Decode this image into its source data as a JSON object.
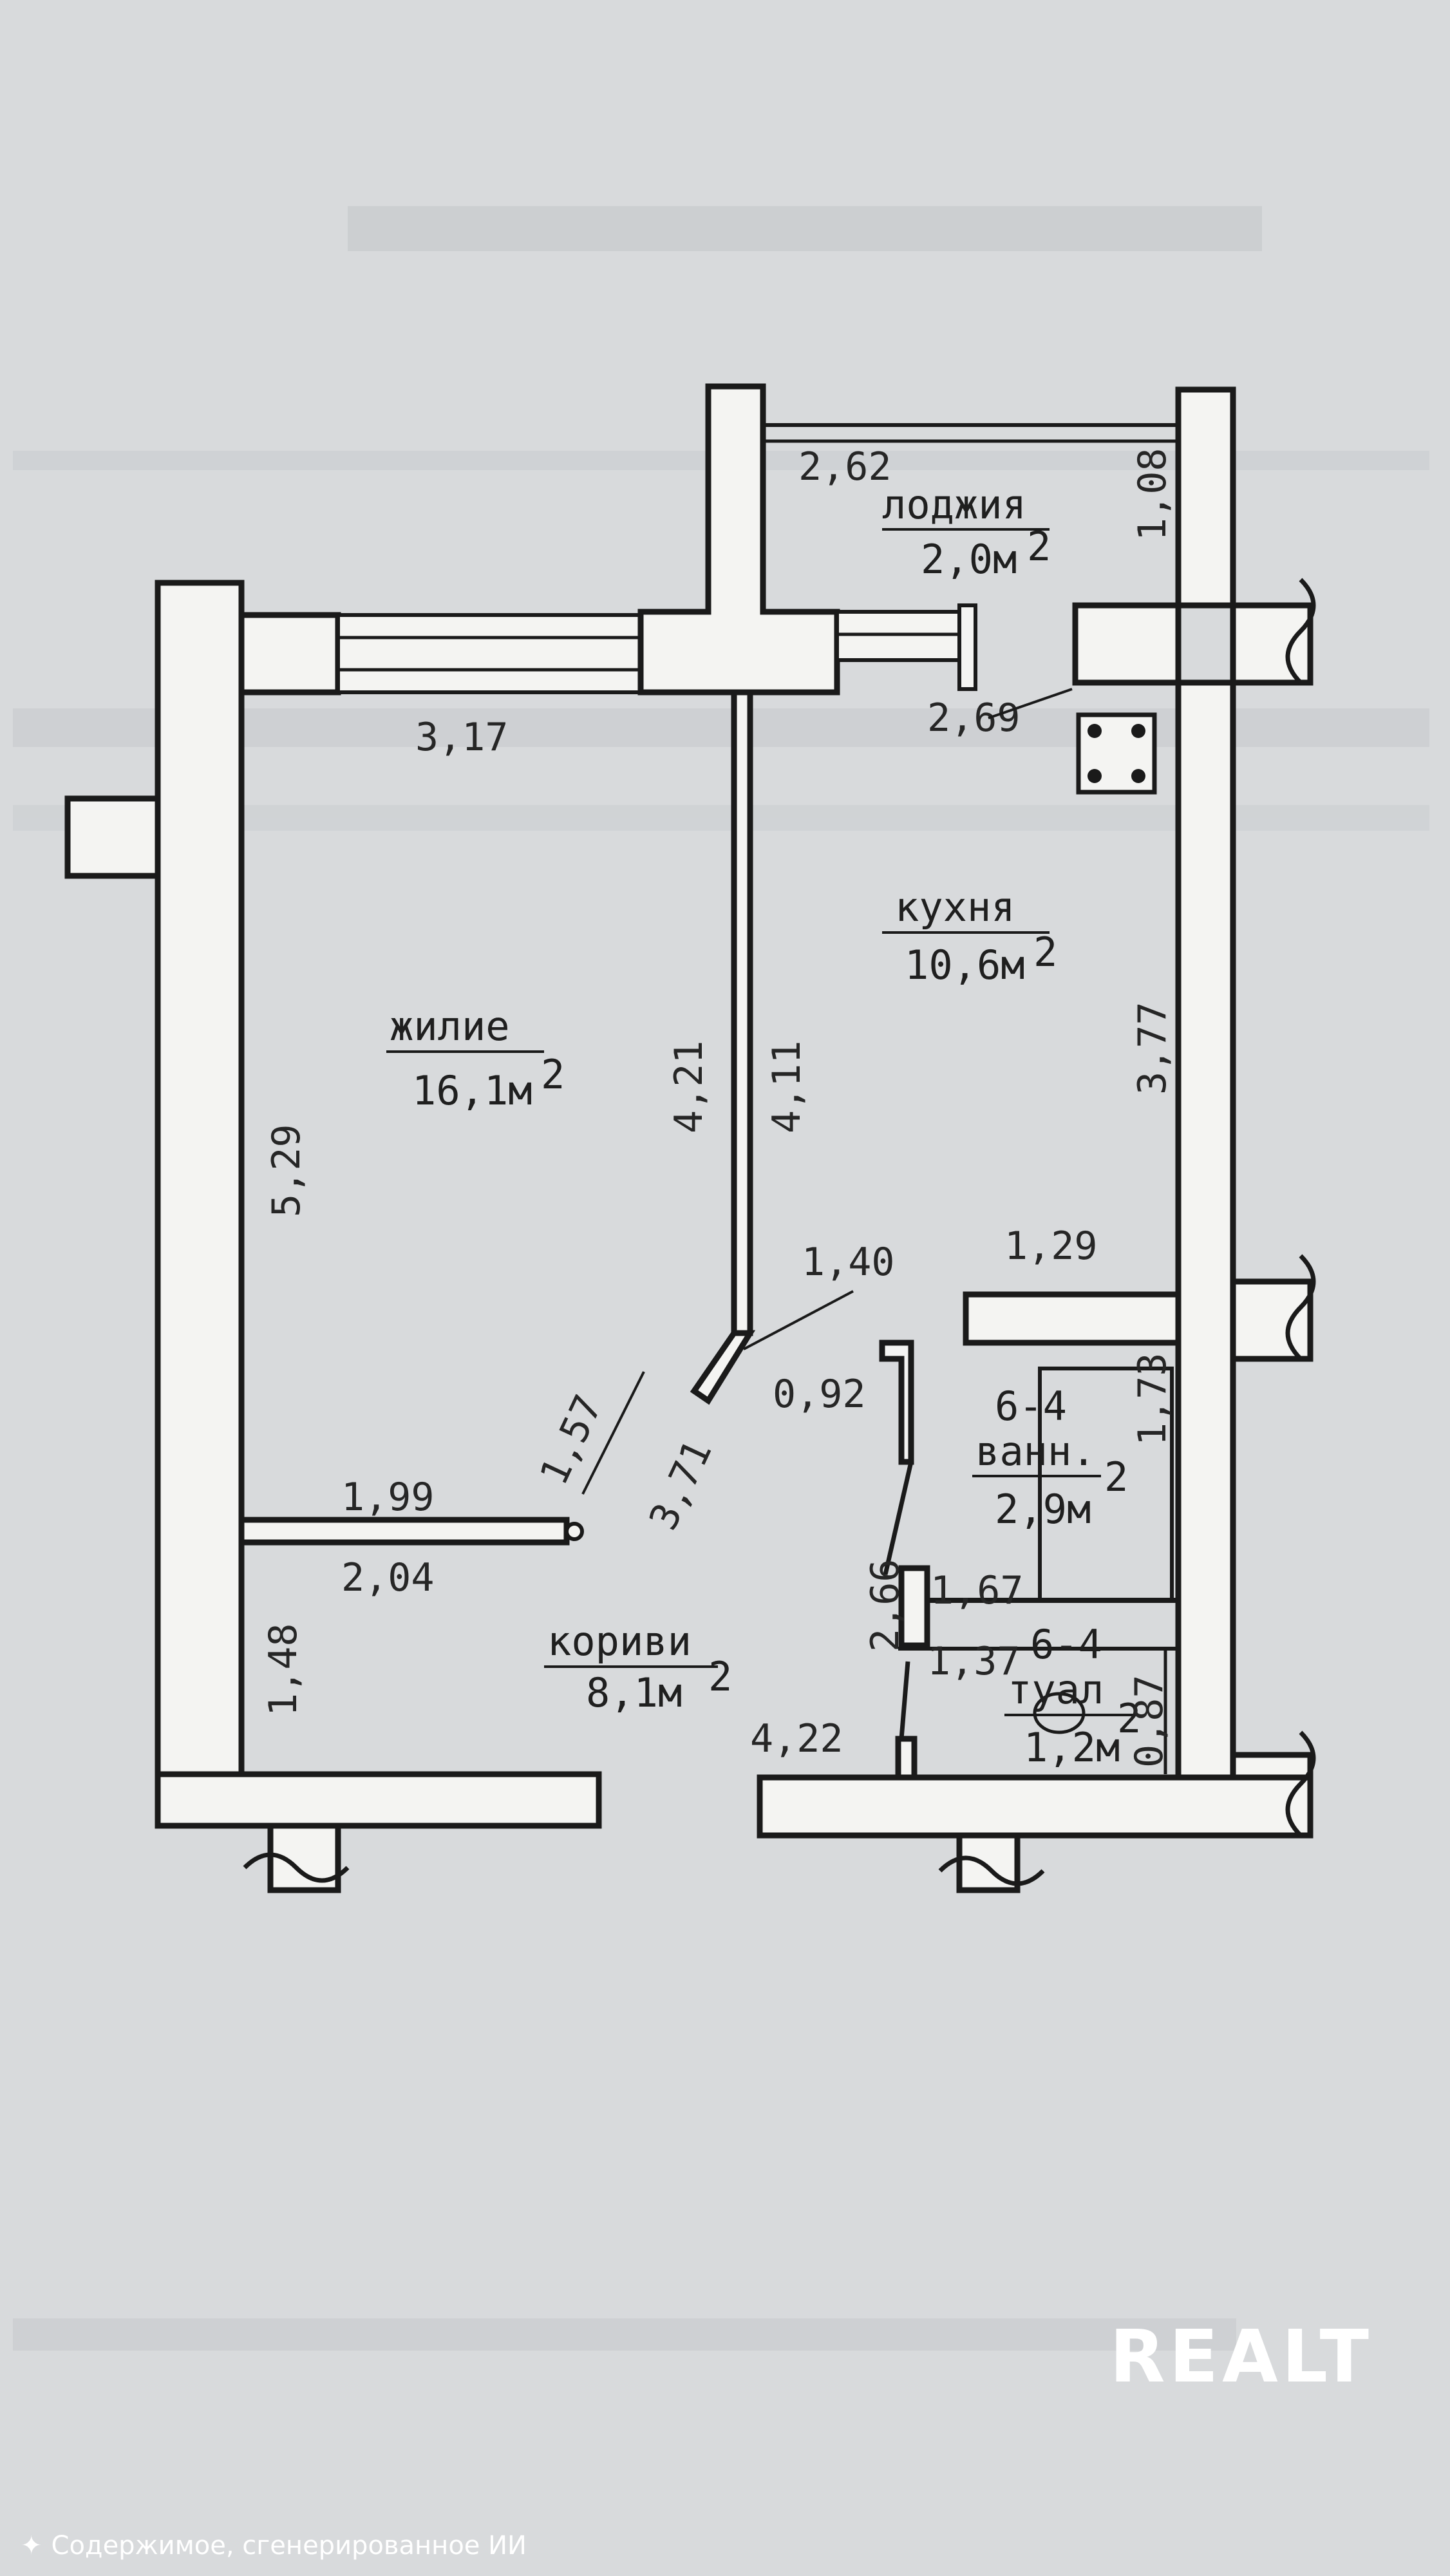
{
  "rooms": {
    "loggia": {
      "name": "лоджия",
      "area": "2,0м",
      "sup": "2"
    },
    "kitchen": {
      "name": "кухня",
      "area": "10,6м",
      "sup": "2"
    },
    "living": {
      "name": "жилие",
      "area": "16,1м",
      "sup": "2"
    },
    "bath": {
      "code": "6-4",
      "name": "ванн.",
      "area": "2,9м",
      "sup": "2"
    },
    "corridor": {
      "name": "кориви",
      "area": "8,1м",
      "sup": "2"
    },
    "toilet": {
      "code": "6-4",
      "name": "туал",
      "area": "1,2м",
      "sup": "2"
    }
  },
  "dimensions": {
    "loggia_width": "2,62",
    "loggia_depth": "1,08",
    "living_top": "3,17",
    "kitchen_top": "2,69",
    "living_height": "5,29",
    "living_right": "4,21",
    "kitchen_left": "4,11",
    "kitchen_right": "3,77",
    "partition_diag": "1,40",
    "kitchen_bottom": "1,29",
    "corridor_gap": "0,92",
    "bath_height": "1,73",
    "door_diag": "1,57",
    "corridor_diag": "3,71",
    "living_bottom": "1,99",
    "corridor_top": "2,04",
    "bath_bottom": "1,67",
    "corridor_right": "2,66",
    "toilet_top": "1,37",
    "corridor_left": "1,48",
    "toilet_width": "0,87",
    "corridor_bottom": "4,22"
  },
  "watermark": "REALT",
  "ai_note": "Содержимое, сгенерированное ИИ",
  "ai_icon": "sparkle-icon"
}
